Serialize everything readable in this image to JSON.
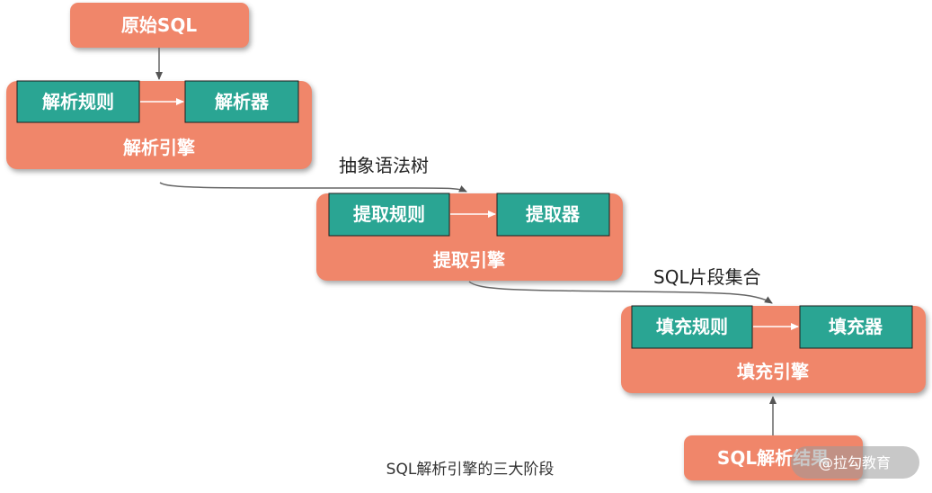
{
  "diagram": {
    "source": "原始SQL",
    "parse": {
      "rule": "解析规则",
      "processor": "解析器",
      "engine": "解析引擎"
    },
    "ast_label": "抽象语法树",
    "extract": {
      "rule": "提取规则",
      "processor": "提取器",
      "engine": "提取引擎"
    },
    "fragments_label": "SQL片段集合",
    "fill": {
      "rule": "填充规则",
      "processor": "填充器",
      "engine": "填充引擎"
    },
    "result": "SQL解析结果",
    "caption": "SQL解析引擎的三大阶段"
  },
  "watermark": {
    "text": "@拉勾教育"
  },
  "colors": {
    "engine_fill": "#f0866a",
    "inner_fill": "#2aa593",
    "inner_border": "#1e1e1e",
    "arrow_gray": "#666666",
    "arrow_white": "#ffffff"
  }
}
